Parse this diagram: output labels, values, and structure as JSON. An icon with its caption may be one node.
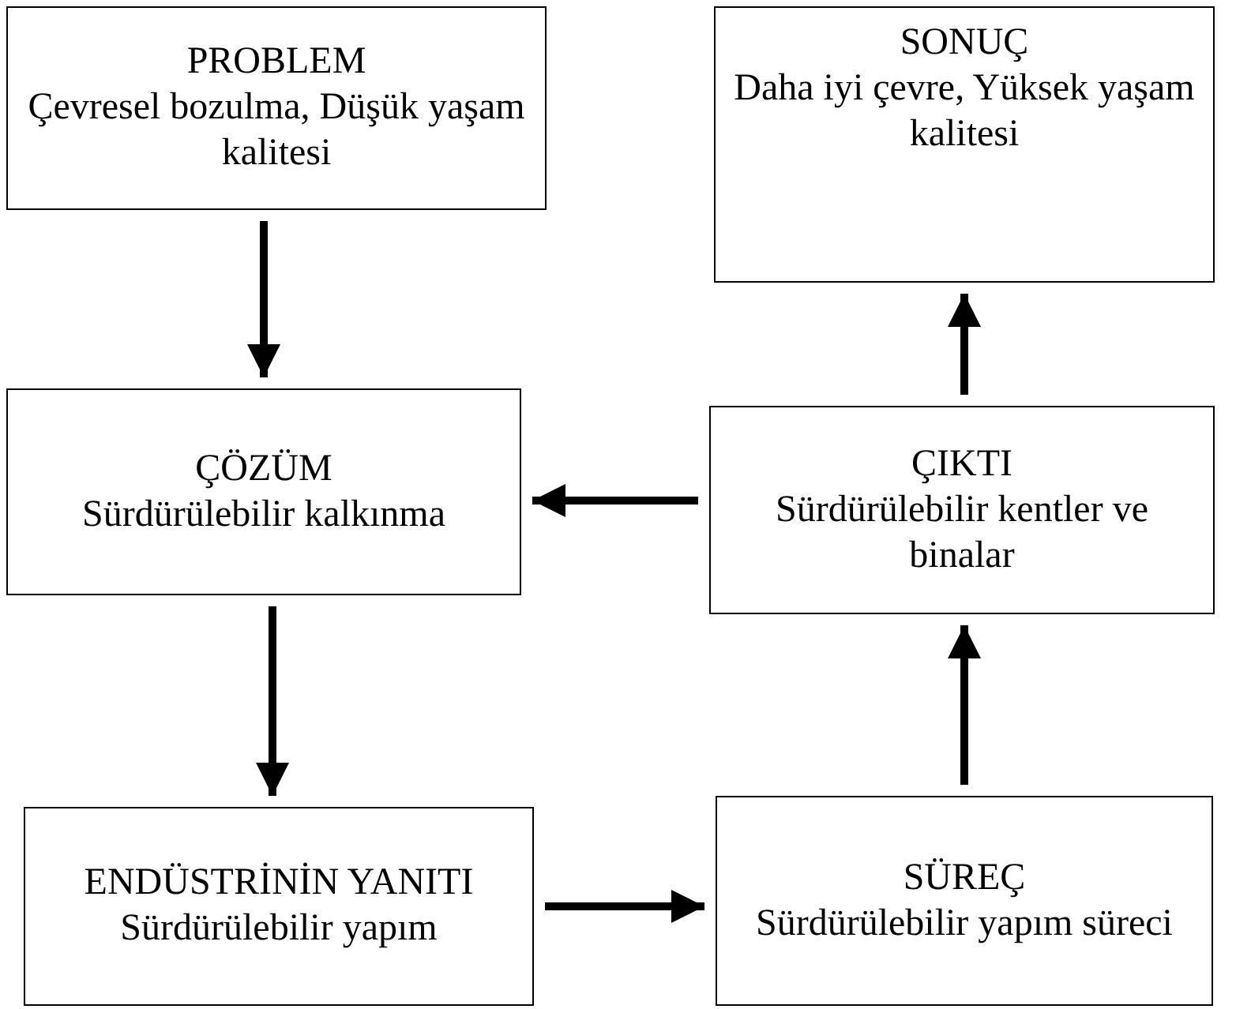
{
  "diagram": {
    "nodes": [
      {
        "text": [
          "PROBLEM",
          "Çevresel bozulma, Düşük yaşam kalitesi"
        ]
      },
      {
        "text": [
          "SONUÇ",
          "Daha iyi çevre, Yüksek yaşam kalitesi"
        ]
      },
      {
        "text": [
          "ÇÖZÜM",
          "Sürdürülebilir kalkınma"
        ]
      },
      {
        "text": [
          "ÇIKTI",
          "Sürdürülebilir kentler ve binalar"
        ]
      },
      {
        "text": [
          "ENDÜSTRİNİN YANITI",
          "Sürdürülebilir yapım"
        ]
      },
      {
        "text": [
          "SÜREÇ",
          "Sürdürülebilir yapım süreci"
        ]
      }
    ],
    "edges": [
      {
        "from": 0,
        "to": 2,
        "arrow": "to"
      },
      {
        "from": 3,
        "to": 2,
        "arrow": "to"
      },
      {
        "from": 2,
        "to": 4,
        "arrow": "to"
      },
      {
        "from": 4,
        "to": 5,
        "arrow": "to"
      },
      {
        "from": 5,
        "to": 3,
        "arrow": "to"
      },
      {
        "from": 3,
        "to": 1,
        "arrow": "to"
      }
    ]
  }
}
